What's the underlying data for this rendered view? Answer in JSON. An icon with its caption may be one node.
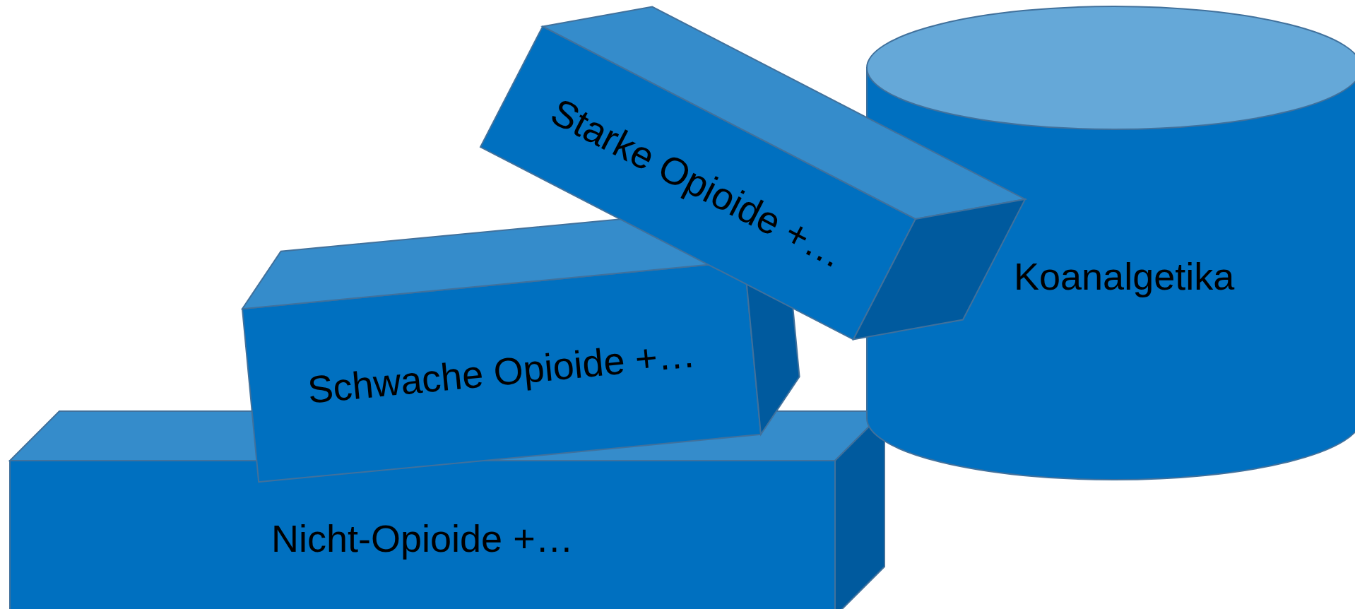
{
  "diagram": {
    "nodes": [
      {
        "text": [
          "Nicht-Opioide +…"
        ]
      },
      {
        "text": [
          "Schwache Opioide +…"
        ]
      },
      {
        "text": [
          "Starke Opioide +…"
        ]
      },
      {
        "text": [
          "Koanalgetika"
        ]
      }
    ]
  }
}
